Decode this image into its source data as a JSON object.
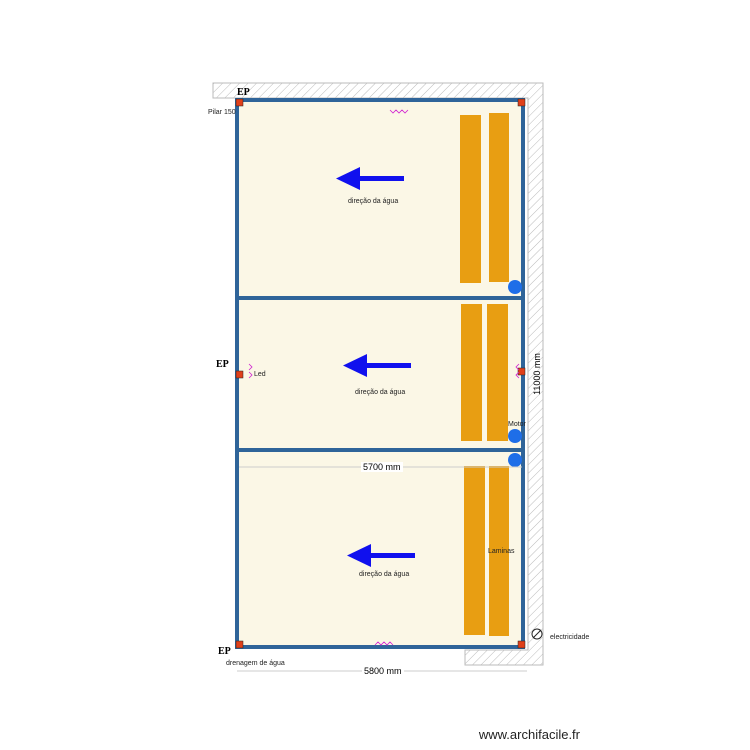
{
  "labels": {
    "ep": "EP",
    "pillar": "Pilar 150",
    "water_direction": "direção da água",
    "led": "Led",
    "motor": "Motor",
    "blades": "Laminas",
    "electricity": "electricidade",
    "drainage": "drenagem de água"
  },
  "dimensions": {
    "height": "11000 mm",
    "inner_width": "5700 mm",
    "outer_width": "5800 mm"
  },
  "watermark": "www.archifacile.fr",
  "colors": {
    "wall": "#2f6499",
    "floor": "#fbf7e6",
    "blade": "#e89e12",
    "arrow": "#1010ee",
    "pillar": "#e0401a",
    "motor": "#1e6ee8"
  }
}
